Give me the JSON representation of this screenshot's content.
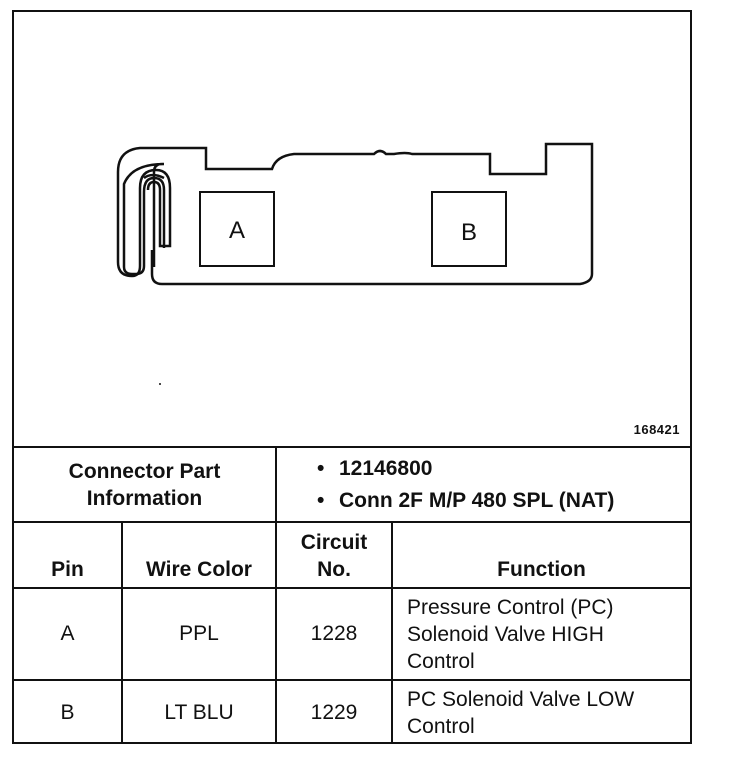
{
  "figure_number": "168421",
  "connector": {
    "cavity_labels": [
      "A",
      "B"
    ]
  },
  "part_info": {
    "label_line1": "Connector Part",
    "label_line2": "Information",
    "bullets": [
      "12146800",
      "Conn 2F M/P 480 SPL (NAT)"
    ]
  },
  "table": {
    "headers": {
      "pin": "Pin",
      "wire_color": "Wire Color",
      "circuit_line1": "Circuit",
      "circuit_line2": "No.",
      "function": "Function"
    },
    "rows": [
      {
        "pin": "A",
        "wire_color": "PPL",
        "circuit": "1228",
        "function_lines": [
          "Pressure Control (PC)",
          "Solenoid Valve HIGH",
          "Control"
        ]
      },
      {
        "pin": "B",
        "wire_color": "LT BLU",
        "circuit": "1229",
        "function_lines": [
          "PC Solenoid Valve LOW",
          "Control"
        ]
      }
    ]
  }
}
